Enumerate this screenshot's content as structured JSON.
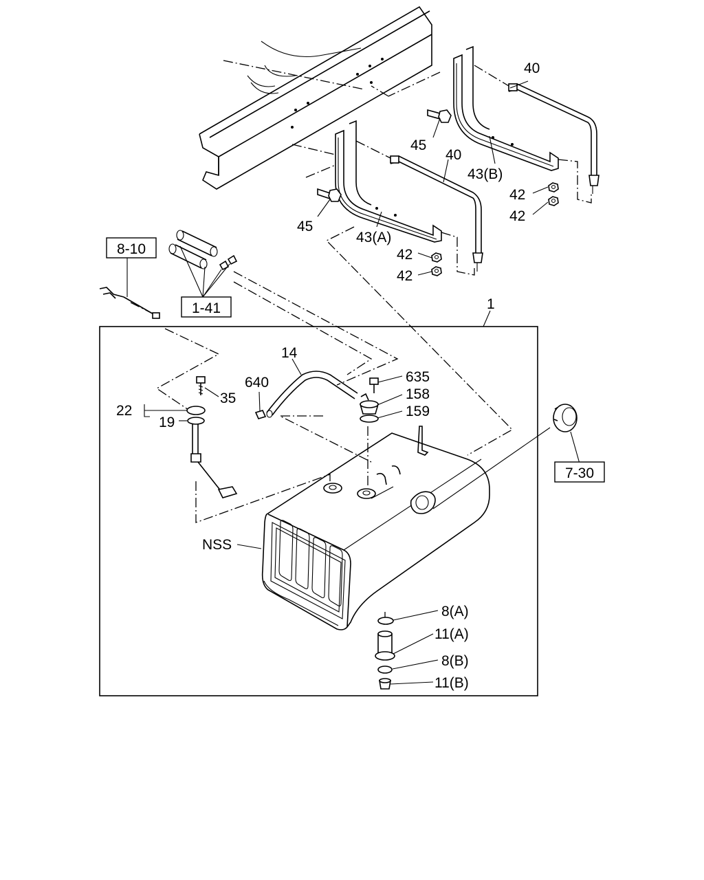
{
  "labels": {
    "l40a": "40",
    "l40b": "40",
    "l43b": "43(B)",
    "l43a": "43(A)",
    "l45a": "45",
    "l45b": "45",
    "l42a": "42",
    "l42b": "42",
    "l42c": "42",
    "l42d": "42",
    "l1": "1",
    "l14": "14",
    "l640": "640",
    "l635": "635",
    "l158": "158",
    "l159": "159",
    "l35": "35",
    "l22": "22",
    "l19": "19",
    "lNSS": "NSS",
    "l8a": "8(A)",
    "l11a": "11(A)",
    "l8b": "8(B)",
    "l11b": "11(B)"
  },
  "refs": {
    "r810": "8-10",
    "r141": "1-41",
    "r730": "7-30"
  }
}
